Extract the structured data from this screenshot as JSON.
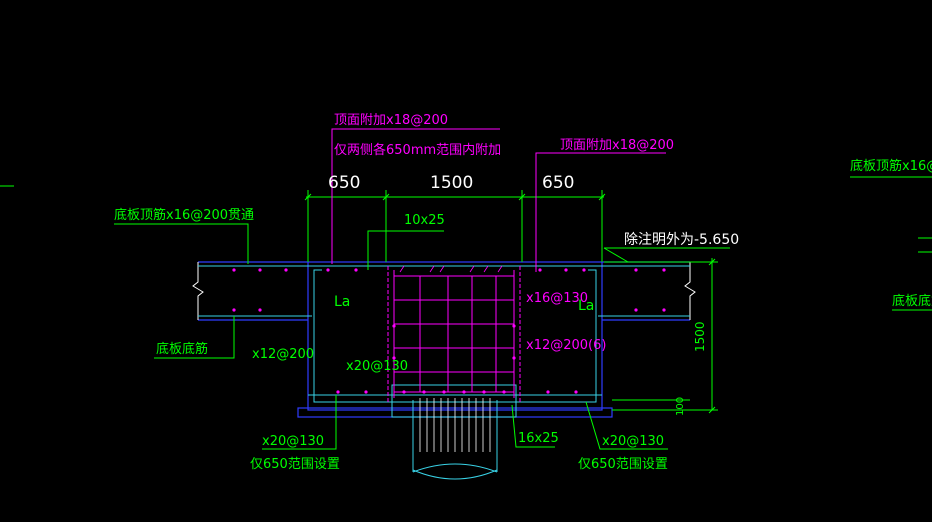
{
  "colors": {
    "background": "#000000",
    "magenta": "#ff00ff",
    "green": "#00ff00",
    "white": "#ffffff",
    "blue": "#2f3cff",
    "cyan": "#39d2e6",
    "yellow": "#ffff00"
  },
  "labels": {
    "top_add_left_1": "顶面附加x18@200",
    "top_add_left_2": "仅两侧各650mm范围内附加",
    "top_add_right": "顶面附加x18@200",
    "slab_top_bars": "底板顶筋x16@200贯通",
    "slab_bottom_bars": "底板底筋",
    "right_slab_top": "底板顶筋x16@",
    "right_slab_bottom": "底板底筋",
    "elevation_note": "除注明外为-5.650",
    "bar_10x25": "10x25",
    "bar_x16_130": "x16@130",
    "bar_x12_200_6": "x12@200(6)",
    "bar_x12_200": "x12@200",
    "bar_x20_130_mid": "x20@130",
    "bar_16x25": "16x25",
    "bar_x20_130_left": "x20@130",
    "range_650_left": "仅650范围设置",
    "bar_x20_130_right": "x20@130",
    "range_650_right": "仅650范围设置",
    "la_left": "La",
    "la_right": "La"
  },
  "dimensions": {
    "dim_650_left": "650",
    "dim_1500_top": "1500",
    "dim_650_right": "650",
    "dim_1500_vertical": "1500",
    "dim_100": "100"
  }
}
